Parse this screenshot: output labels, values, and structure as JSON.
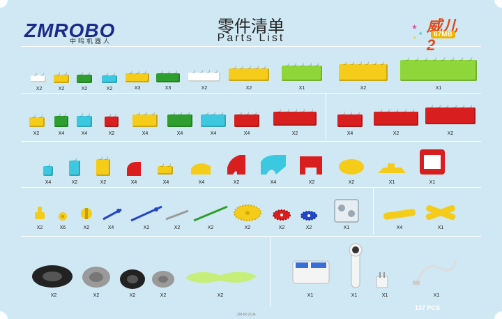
{
  "header": {
    "logo": "ZMROBO",
    "logo_sub": "中鸣机器人",
    "title_cn": "零件清单",
    "title_en": "Parts List",
    "badge_main": "威儿2",
    "badge_sub": "67MB"
  },
  "rows": {
    "row1": [
      "X2",
      "X2",
      "X2",
      "X2",
      "X3",
      "X3",
      "X2",
      "X2",
      "X1",
      "X2",
      "X1"
    ],
    "row2": [
      "X2",
      "X4",
      "X4",
      "X2",
      "X4",
      "X4",
      "X4",
      "X4",
      "X2",
      "X4",
      "X2",
      "X2"
    ],
    "row3": [
      "X4",
      "X2",
      "X2",
      "X4",
      "X4",
      "X4",
      "X2",
      "X4",
      "X2",
      "X2",
      "X1",
      "X1"
    ],
    "row4": [
      "X2",
      "X6",
      "X2",
      "X4",
      "X2",
      "X2",
      "X2",
      "X2",
      "X2",
      "X2",
      "X1",
      "X4",
      "X1"
    ],
    "row5": [
      "X2",
      "X2",
      "X2",
      "X2",
      "X2",
      "X1",
      "X1",
      "X1",
      "X1"
    ]
  },
  "footer": {
    "total": "137 PCS",
    "code": "ZM-IR-2104"
  },
  "colors": {
    "board": "#cfe8f3",
    "yellow": "#f5cc1a",
    "green": "#2e9e2e",
    "lime": "#8fd63a",
    "cyan": "#3cc8e0",
    "red": "#d81e1e",
    "white": "#ffffff",
    "blue": "#2346c9",
    "grey": "#9a9a9a",
    "black": "#222222"
  }
}
